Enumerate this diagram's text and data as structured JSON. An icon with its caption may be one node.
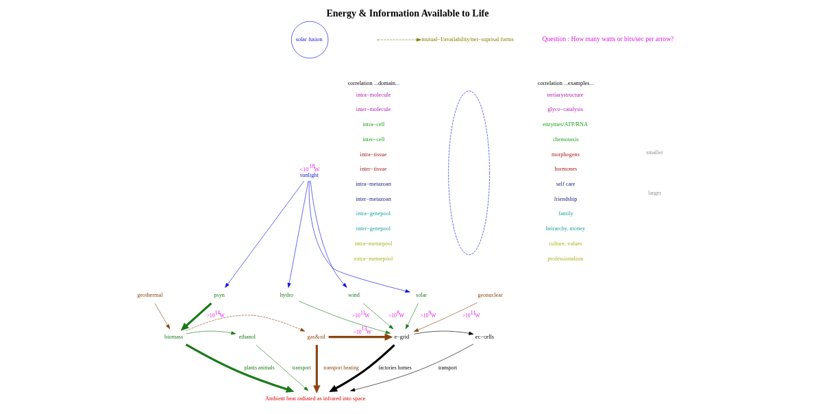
{
  "diagram": {
    "title": "Energy & Information Available to Life",
    "nodes": [
      {
        "text": [
          "solar fusion"
        ]
      },
      {
        "text": [
          "sunlight"
        ],
        "beside": [
          "<10$^{18}$W"
        ]
      },
      {
        "text": [
          "psyn"
        ]
      },
      {
        "text": [
          "hydro"
        ]
      },
      {
        "text": [
          "wind"
        ]
      },
      {
        "text": [
          "solar"
        ]
      },
      {
        "text": [
          "geothermal"
        ]
      },
      {
        "text": [
          "geonuclear"
        ]
      },
      {
        "text": [
          "biomass"
        ]
      },
      {
        "text": [
          "ethanol"
        ]
      },
      {
        "text": [
          "gas&oil"
        ]
      },
      {
        "text": [
          "e−grid"
        ]
      },
      {
        "text": [
          "ec−cells"
        ]
      },
      {
        "text": [
          "Ambient heat radiated as infrared into space"
        ]
      },
      {
        "text": [
          "mutual−I/availability/net−suprisal forms"
        ]
      },
      {
        "text": [],
        "shape": "ellipse"
      }
    ],
    "edges": [
      {
        "from": 1,
        "to": 2,
        "arrow": "to",
        "color": "#1010e0"
      },
      {
        "from": 1,
        "to": 3,
        "arrow": "to",
        "color": "#1010e0"
      },
      {
        "from": 1,
        "to": 4,
        "arrow": "to",
        "color": "#1010e0"
      },
      {
        "from": 1,
        "to": 5,
        "arrow": "to",
        "color": "#1010e0"
      },
      {
        "from": 6,
        "to": 8,
        "arrow": "to",
        "color": "#8b4513"
      },
      {
        "from": 2,
        "to": 8,
        "arrow": "to",
        "label": ">10$^{14}$W",
        "style": "thick"
      },
      {
        "from": 8,
        "to": 9,
        "arrow": "to"
      },
      {
        "from": 8,
        "to": 10,
        "arrow": "to",
        "style": "dashed",
        "color": "#8b4513"
      },
      {
        "from": 3,
        "to": 11,
        "arrow": "to",
        "label": ">10$^{11}$W"
      },
      {
        "from": 4,
        "to": 11,
        "arrow": "to",
        "label": ">10$^{8}$W"
      },
      {
        "from": 5,
        "to": 11,
        "arrow": "to",
        "label": ">10$^{9}$W"
      },
      {
        "from": 10,
        "to": 11,
        "arrow": "to",
        "label": ">10$^{13}$W",
        "style": "thick",
        "color": "#8b4513"
      },
      {
        "from": 7,
        "to": 11,
        "arrow": "to",
        "label": ">10$^{11}$W",
        "color": "#8b4513"
      },
      {
        "from": 11,
        "to": 12,
        "arrow": "to",
        "color": "#000000"
      },
      {
        "from": 8,
        "to": 13,
        "arrow": "to",
        "label": "plants animals",
        "style": "thick"
      },
      {
        "from": 9,
        "to": 13,
        "arrow": "to",
        "label": "transport"
      },
      {
        "from": 10,
        "to": 13,
        "arrow": "to",
        "label": "transport heating",
        "style": "thick",
        "color": "#8b4513"
      },
      {
        "from": 11,
        "to": 13,
        "arrow": "to",
        "label": "factories homes",
        "style": "thick",
        "color": "#000000"
      },
      {
        "from": 12,
        "to": 13,
        "arrow": "to",
        "label": "transport",
        "color": "#000000"
      },
      {
        "from": null,
        "to": 14,
        "arrow": "to",
        "style": "dashed",
        "color": "#808000"
      }
    ],
    "labels": [
      "Question : How many watts or bits/sec per arrow?",
      "correlation ...domain...",
      "correlation ...examples...",
      "intra−molecule",
      "tertiarystructure",
      "inter−molecule",
      "glyco−catalysis",
      "intra−cell",
      "enzymes/ATP/RNA",
      "inter−cell",
      "chemotaxis",
      "intra−tissue",
      "morphogens",
      "inter−tissue",
      "hormones",
      "intra−metazoan",
      "self care",
      "inter−metazoan",
      "friendship",
      "intra−genepool",
      "family",
      "inter−genepool",
      "heirarchy, money",
      "intra−memepool",
      "culture, values",
      "extra−memepool",
      "professionalism",
      "smaller",
      "larger"
    ]
  }
}
